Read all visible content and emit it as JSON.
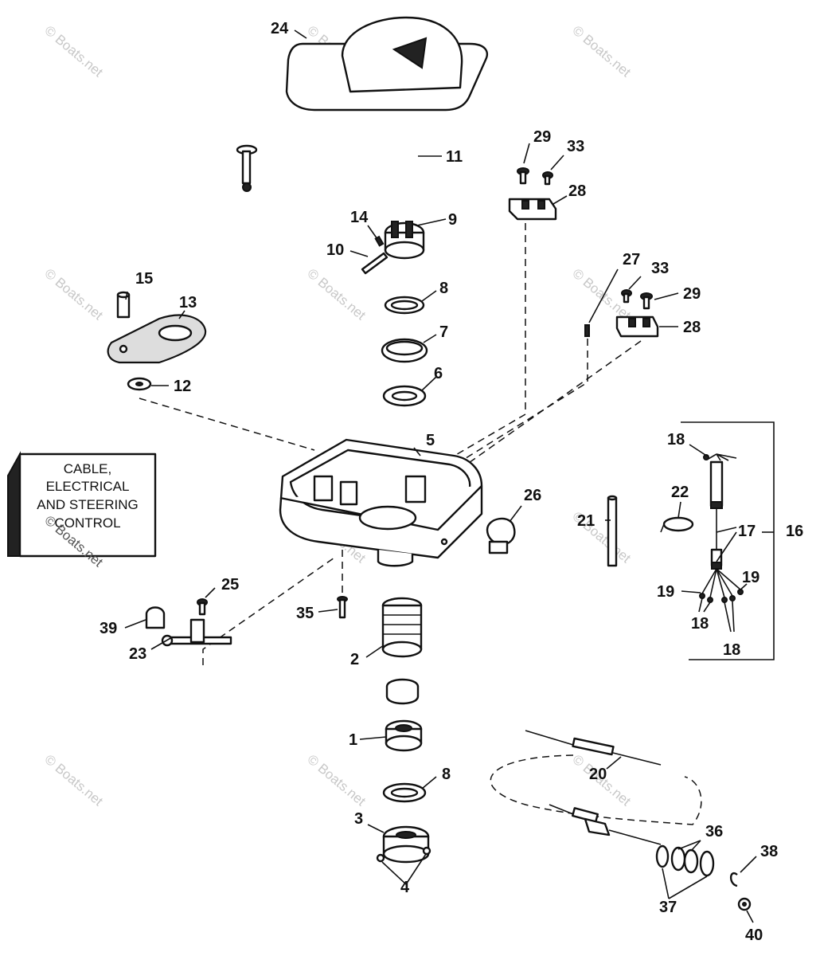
{
  "watermark": "© Boats.net",
  "label_box": {
    "lines": [
      "CABLE,",
      "ELECTRICAL",
      "AND STEERING",
      "CONTROL"
    ]
  },
  "callouts": {
    "p1": "1",
    "p2": "2",
    "p3": "3",
    "p4": "4",
    "p5": "5",
    "p6": "6",
    "p7": "7",
    "p8a": "8",
    "p8b": "8",
    "p9": "9",
    "p10": "10",
    "p11": "11",
    "p12": "12",
    "p13": "13",
    "p14": "14",
    "p15": "15",
    "p16": "16",
    "p17": "17",
    "p18a": "18",
    "p18b": "18",
    "p18c": "18",
    "p19a": "19",
    "p19b": "19",
    "p20": "20",
    "p21": "21",
    "p22": "22",
    "p23": "23",
    "p24": "24",
    "p25": "25",
    "p26": "26",
    "p27": "27",
    "p28a": "28",
    "p28b": "28",
    "p29a": "29",
    "p29b": "29",
    "p33a": "33",
    "p33b": "33",
    "p35": "35",
    "p36": "36",
    "p37": "37",
    "p38": "38",
    "p39": "39",
    "p40": "40"
  }
}
